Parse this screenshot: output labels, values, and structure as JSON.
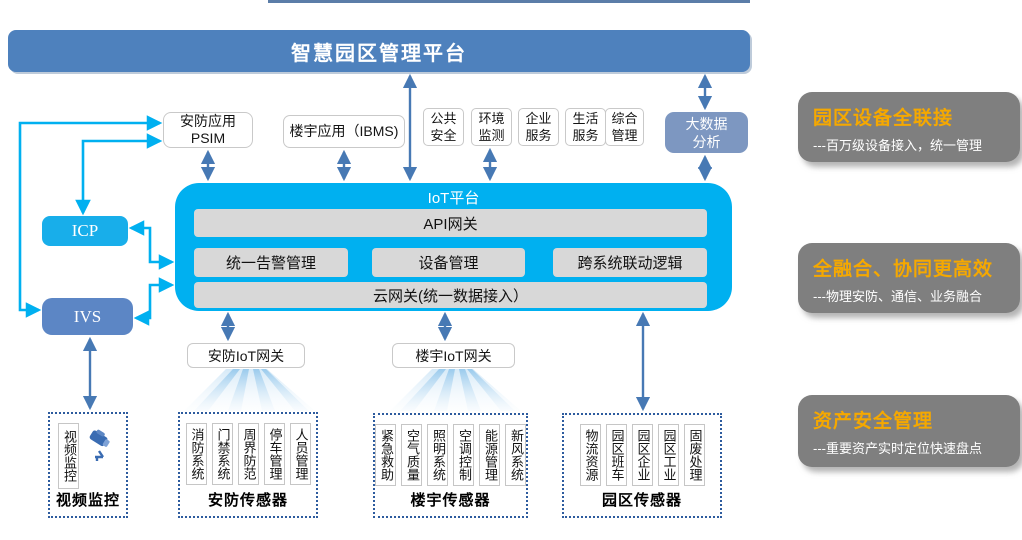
{
  "top_banner": {
    "title": "智慧园区管理平台"
  },
  "app_layer": {
    "psim_line1": "安防应用",
    "psim_line2": "PSIM",
    "ibms": "楼宇应用（IBMS)",
    "services": [
      {
        "line1": "公共",
        "line2": "安全"
      },
      {
        "line1": "环境",
        "line2": "监测"
      },
      {
        "line1": "企业",
        "line2": "服务"
      },
      {
        "line1": "生活",
        "line2": "服务"
      },
      {
        "line1": "综合",
        "line2": "管理"
      }
    ],
    "big_data_line1": "大数据",
    "big_data_line2": "分析"
  },
  "iot_platform": {
    "title": "IoT平台",
    "api_gateway": "API网关",
    "modules": [
      "统一告警管理",
      "设备管理",
      "跨系统联动逻辑"
    ],
    "cloud_gateway": "云网关(统一数据接入）"
  },
  "left_nodes": {
    "icp": "ICP",
    "ivs": "IVS"
  },
  "gateways": {
    "security": "安防IoT网关",
    "building": "楼宇IoT网关"
  },
  "sensor_groups": [
    {
      "label": "视频监控",
      "columns": [
        "视频监控"
      ]
    },
    {
      "label": "安防传感器",
      "columns": [
        "消防系统",
        "门禁系统",
        "周界防范",
        "停车管理",
        "人员管理"
      ]
    },
    {
      "label": "楼宇传感器",
      "columns": [
        "紧急救助",
        "空气质量",
        "照明系统",
        "空调控制",
        "能源管理",
        "新风系统"
      ]
    },
    {
      "label": "园区传感器",
      "columns": [
        "物流资源",
        "园区班车",
        "园区企业",
        "园区工业",
        "固废处理"
      ]
    }
  ],
  "benefits": [
    {
      "title": "园区设备全联接",
      "desc": "---百万级设备接入，统一管理"
    },
    {
      "title": "全融合、协同更高效",
      "desc": "---物理安防、通信、业务融合"
    },
    {
      "title": "资产安全管理",
      "desc": "---重要资产实时定位快速盘点"
    }
  ],
  "colors": {
    "banner_blue": "#4e81bd",
    "platform_cyan": "#00b0f0",
    "icp_cyan": "#18aeea",
    "ivs_blue": "#5c86c5",
    "big_data_blue": "#7d97c1",
    "module_gray": "#d8d8d8",
    "panel_gray": "#7f7f7f",
    "benefit_orange": "#f5a800",
    "connector_cyan": "#00b0f0",
    "arrow_blue": "#4779b4",
    "dashed_border_blue": "#2d5b9e"
  }
}
